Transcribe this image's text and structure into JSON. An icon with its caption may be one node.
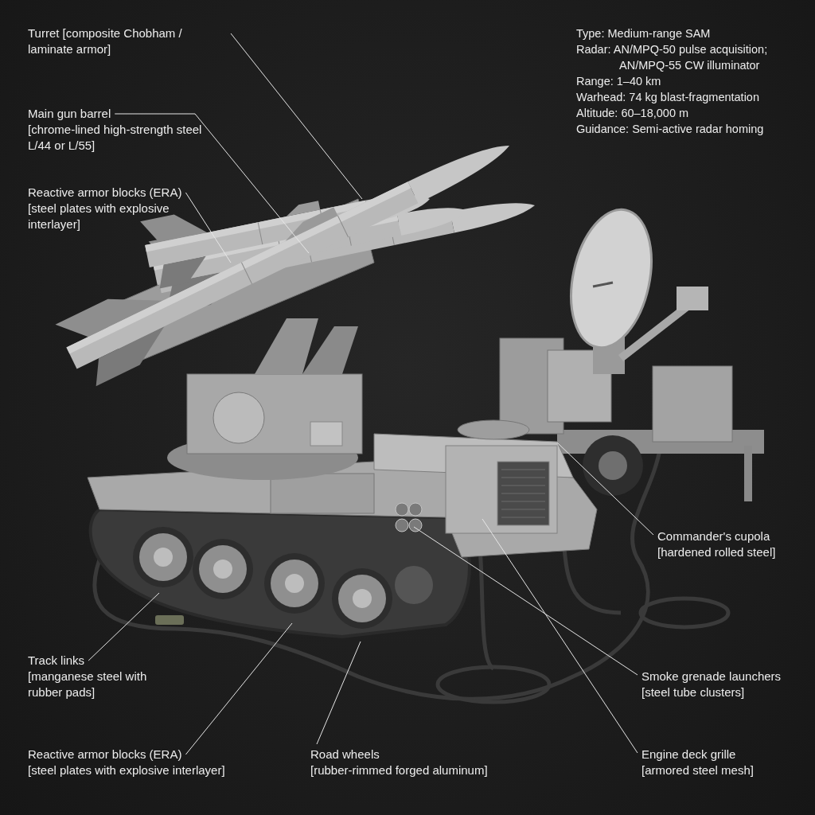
{
  "diagram": {
    "nodes": [
      {
        "text": [
          "Turret [composite Chobham / laminate armor]"
        ]
      },
      {
        "text": [
          "Main gun barrel",
          "[chrome-lined high-strength steel L/44 or L/55]"
        ]
      },
      {
        "text": [
          "Reactive armor blocks (ERA)",
          "[steel plates with explosive interlayer]"
        ]
      },
      {
        "text": [
          "Commander's cupola",
          "[hardened rolled steel]"
        ]
      },
      {
        "text": [
          "Smoke grenade launchers",
          "[steel tube clusters]"
        ]
      },
      {
        "text": [
          "Engine deck grille",
          "[armored steel mesh]"
        ]
      },
      {
        "text": [
          "Track links",
          "[manganese steel with rubber pads]"
        ]
      },
      {
        "text": [
          "Reactive armor blocks (ERA)",
          "[steel plates with explosive interlayer]"
        ]
      },
      {
        "text": [
          "Road wheels",
          "[rubber-rimmed forged aluminum]"
        ]
      }
    ],
    "edges": [
      {
        "from": 0,
        "to": null,
        "arrow": "none"
      },
      {
        "from": 1,
        "to": null,
        "arrow": "none"
      },
      {
        "from": 2,
        "to": null,
        "arrow": "none"
      },
      {
        "from": 3,
        "to": null,
        "arrow": "none"
      },
      {
        "from": 4,
        "to": null,
        "arrow": "none"
      },
      {
        "from": 5,
        "to": null,
        "arrow": "none"
      },
      {
        "from": 6,
        "to": null,
        "arrow": "none"
      },
      {
        "from": 7,
        "to": null,
        "arrow": "none"
      },
      {
        "from": 8,
        "to": null,
        "arrow": "none"
      }
    ],
    "labels": [
      "Type: Medium-range SAM",
      "Radar: AN/MPQ-50 pulse acquisition; AN/MPQ-55 CW illuminator",
      "Range: 1–40 km",
      "Warhead: 74 kg blast-fragmentation",
      "Altitude: 60–18,000 m",
      "Guidance: Semi-active radar homing"
    ]
  }
}
